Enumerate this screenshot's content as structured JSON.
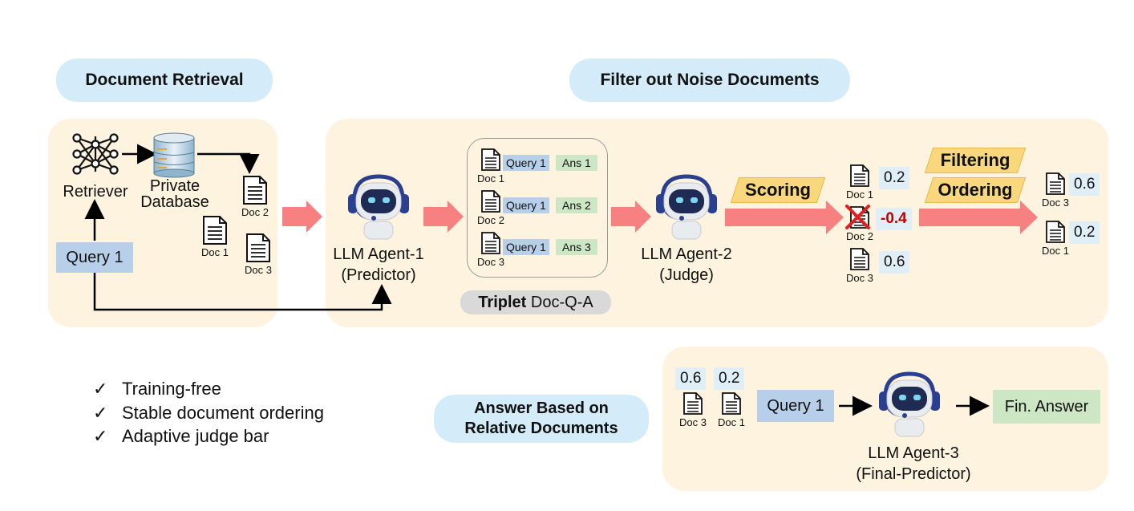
{
  "headers": {
    "retrieval": "Document Retrieval",
    "filter": "Filter out Noise Documents",
    "answer_line1": "Answer Based on",
    "answer_line2": "Relative Documents"
  },
  "retrieval": {
    "retriever": "Retriever",
    "db_line1": "Private",
    "db_line2": "Database",
    "docs": [
      "Doc 1",
      "Doc 2",
      "Doc 3"
    ],
    "query": "Query 1"
  },
  "agent1": {
    "name": "LLM Agent-1",
    "role": "(Predictor)"
  },
  "triplets": {
    "rows": [
      {
        "doc": "Doc 1",
        "query": "Query 1",
        "answer": "Ans 1"
      },
      {
        "doc": "Doc 2",
        "query": "Query 1",
        "answer": "Ans 2"
      },
      {
        "doc": "Doc 3",
        "query": "Query 1",
        "answer": "Ans 3"
      }
    ],
    "caption_bold": "Triplet",
    "caption_rest": "Doc-Q-A"
  },
  "agent2": {
    "name": "LLM Agent-2",
    "role": "(Judge)"
  },
  "steps": {
    "scoring": "Scoring",
    "filtering": "Filtering",
    "ordering": "Ordering"
  },
  "scored": [
    {
      "doc": "Doc 1",
      "score": "0.2"
    },
    {
      "doc": "Doc 2",
      "score": "-0.4",
      "removed": true
    },
    {
      "doc": "Doc 3",
      "score": "0.6"
    }
  ],
  "ordered": [
    {
      "doc": "Doc 3",
      "score": "0.6"
    },
    {
      "doc": "Doc 1",
      "score": "0.2"
    }
  ],
  "features": [
    "Training-free",
    "Stable document ordering",
    "Adaptive judge bar"
  ],
  "final": {
    "docs": [
      {
        "doc": "Doc 3",
        "score": "0.6"
      },
      {
        "doc": "Doc 1",
        "score": "0.2"
      }
    ],
    "query": "Query 1",
    "agent_name": "LLM Agent-3",
    "agent_role": "(Final-Predictor)",
    "answer": "Fin. Answer"
  },
  "colors": {
    "panel": "#fdf3df",
    "pill": "#d4ecf9",
    "arrow": "#f78080",
    "query": "#b8cfe9",
    "answer": "#cde7c4",
    "score": "#dfeef7",
    "step": "#f9d77c",
    "negative": "#c00000",
    "robot_blue": "#2a3f8f"
  },
  "icons": [
    "neural-network-icon",
    "database-icon",
    "document-icon",
    "robot-icon",
    "cross-icon",
    "check-icon"
  ]
}
